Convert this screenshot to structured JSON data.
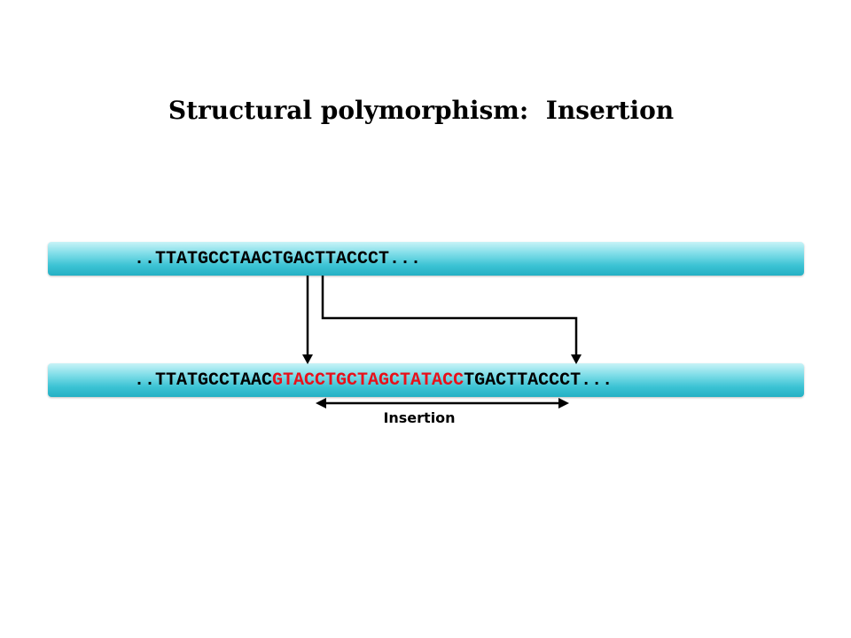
{
  "title": "Structural polymorphism:  Insertion",
  "top_strand": {
    "sequence": "..TTATGCCTAACTGACTTACCCT..."
  },
  "bottom_strand": {
    "prefix": "..TTATGCCTAAC",
    "insertion": "GTACCTGCTAGCTATACC",
    "suffix": "TGACTTACCCT..."
  },
  "insertion_label": "Insertion",
  "colors": {
    "insertion": "#e8101a",
    "strand": "#3cc3d4",
    "text": "#000000"
  }
}
